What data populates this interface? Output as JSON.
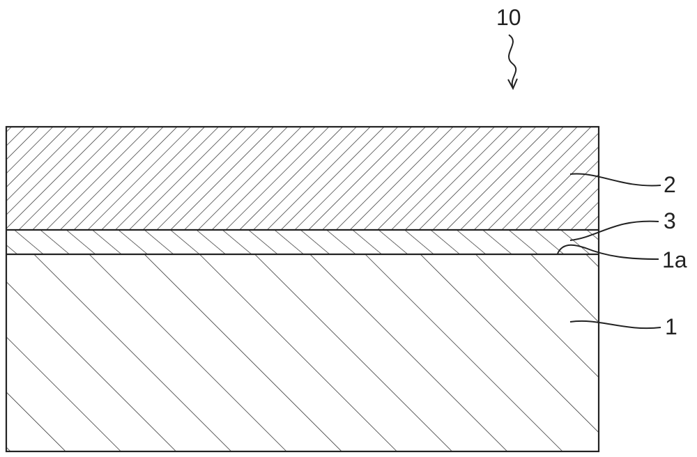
{
  "figure": {
    "assembly_ref": "10",
    "layers": [
      {
        "id": "top",
        "ref": "2"
      },
      {
        "id": "middle",
        "ref": "3"
      },
      {
        "id": "bottom",
        "ref": "1"
      }
    ],
    "surface_ref": "1a"
  }
}
